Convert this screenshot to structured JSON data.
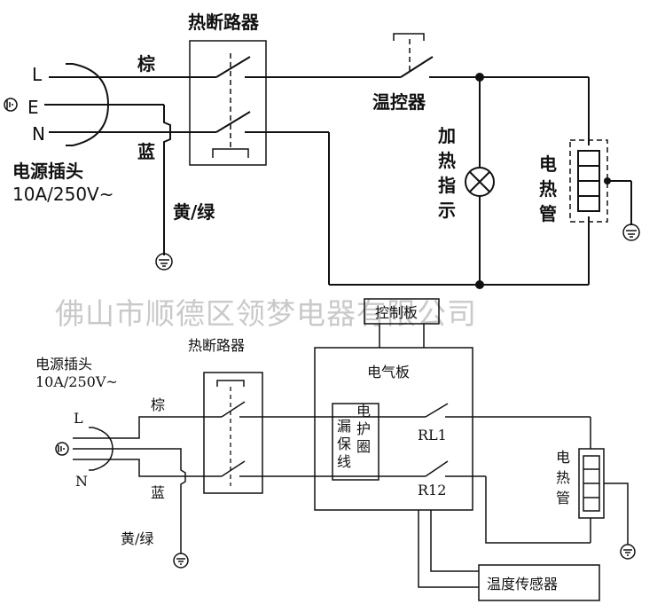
{
  "top": {
    "plug_title": "电源插头",
    "plug_rating": "10A/250V~",
    "pin_l": "L",
    "pin_e": "E",
    "pin_n": "N",
    "wire_brown": "棕",
    "wire_blue": "蓝",
    "wire_ground": "黄/绿",
    "breaker": "热断路器",
    "thermostat": "温控器",
    "indicator": [
      "加",
      "热",
      "指",
      "示"
    ],
    "heater": [
      "电",
      "热",
      "管"
    ]
  },
  "watermark": "佛山市顺德区领梦电器有限公司",
  "bottom": {
    "plug_title": "电源插头",
    "plug_rating": "10A/250V~",
    "pin_l": "L",
    "pin_n": "N",
    "wire_brown": "棕",
    "wire_blue": "蓝",
    "wire_ground": "黄/绿",
    "breaker": "热断路器",
    "control_board": "控制板",
    "electric_board": "电气板",
    "leakage_coil": [
      "漏",
      "保",
      "线"
    ],
    "leakage_coil_2": [
      "电",
      "护",
      "圈"
    ],
    "relay1": "RL1",
    "relay2": "R12",
    "heater": [
      "电",
      "热",
      "管"
    ],
    "temp_sensor": "温度传感器"
  }
}
